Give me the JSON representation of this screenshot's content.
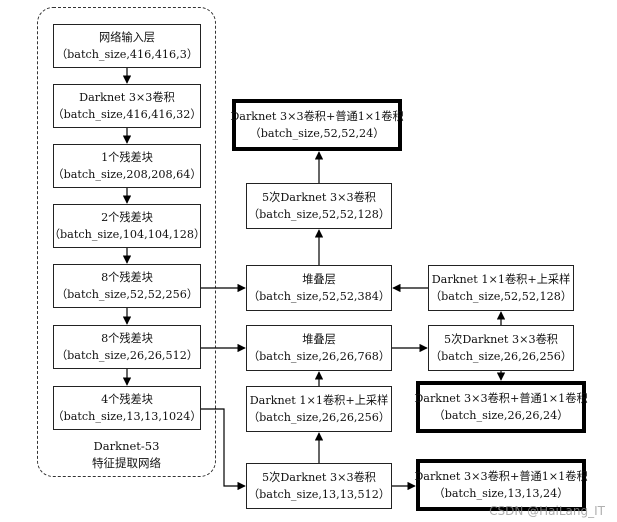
{
  "backbone": {
    "caption_line1": "Darknet-53",
    "caption_line2": "特征提取网络",
    "blocks": [
      {
        "line1": "网络输入层",
        "line2": "（batch_size,416,416,3）"
      },
      {
        "line1": "Darknet 3×3卷积",
        "line2": "（batch_size,416,416,32）"
      },
      {
        "line1": "1个残差块",
        "line2": "（batch_size,208,208,64）"
      },
      {
        "line1": "2个残差块",
        "line2": "（batch_size,104,104,128）"
      },
      {
        "line1": "8个残差块",
        "line2": "（batch_size,52,52,256）"
      },
      {
        "line1": "8个残差块",
        "line2": "（batch_size,26,26,512）"
      },
      {
        "line1": "4个残差块",
        "line2": "（batch_size,13,13,1024）"
      }
    ]
  },
  "middle": {
    "out52": {
      "line1": "Darknet 3×3卷积+普通1×1卷积",
      "line2": "（batch_size,52,52,24）"
    },
    "conv5_52": {
      "line1": "5次Darknet 3×3卷积",
      "line2": "（batch_size,52,52,128）"
    },
    "concat52": {
      "line1": "堆叠层",
      "line2": "（batch_size,52,52,384）"
    },
    "concat26": {
      "line1": "堆叠层",
      "line2": "（batch_size,26,26,768）"
    },
    "upsample26": {
      "line1": "Darknet 1×1卷积+上采样",
      "line2": "（batch_size,26,26,256）"
    },
    "conv5_13": {
      "line1": "5次Darknet 3×3卷积",
      "line2": "（batch_size,13,13,512）"
    }
  },
  "right": {
    "upsample52": {
      "line1": "Darknet 1×1卷积+上采样",
      "line2": "（batch_size,52,52,128）"
    },
    "conv5_26": {
      "line1": "5次Darknet 3×3卷积",
      "line2": "（batch_size,26,26,256）"
    },
    "out26": {
      "line1": "Darknet 3×3卷积+普通1×1卷积",
      "line2": "（batch_size,26,26,24）"
    },
    "out13": {
      "line1": "Darknet 3×3卷积+普通1×1卷积",
      "line2": "（batch_size,13,13,24）"
    }
  },
  "watermark": "CSDN @HaiLang_IT"
}
